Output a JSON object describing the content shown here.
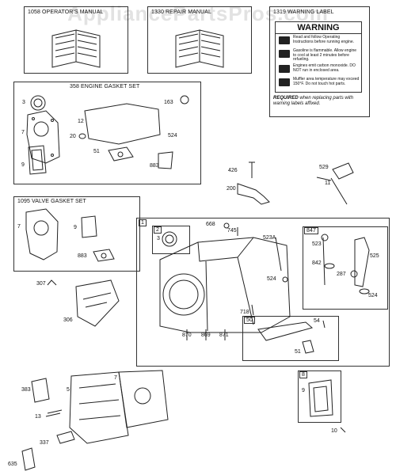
{
  "watermark": "AppliancePartsPros.com",
  "boxes": {
    "operators_manual": {
      "title": "1058 OPERATOR'S MANUAL"
    },
    "repair_manual": {
      "title": "1330 REPAIR MANUAL"
    },
    "warning_label": {
      "title": "1319 WARNING LABEL",
      "heading": "WARNING",
      "lines": [
        "Read and follow Operating Instructions before running engine.",
        "Gasoline is flammable. Allow engine to cool at least 2 minutes before refueling.",
        "Engines emit carbon monoxide. DO NOT run in enclosed area.",
        "Muffler area temperature may exceed 150°F. Do not touch hot parts."
      ],
      "required_bold": "REQUIRED",
      "required_text": " when replacing parts with warning labels affixed."
    },
    "engine_gasket_set": {
      "title": "358 ENGINE GASKET SET"
    },
    "valve_gasket_set": {
      "title": "1095 VALVE GASKET SET"
    },
    "cylinder_group": {
      "title": "1"
    },
    "sub_2": {
      "title": "2"
    },
    "sub_847": {
      "title": "847"
    },
    "sub_50": {
      "title": "50"
    },
    "sub_8": {
      "title": "8"
    }
  },
  "labels": {
    "egs_3": "3",
    "egs_7": "7",
    "egs_9": "9",
    "egs_12": "12",
    "egs_20": "20",
    "egs_51": "51",
    "egs_163": "163",
    "egs_524": "524",
    "egs_883": "883",
    "vgs_7": "7",
    "vgs_9": "9",
    "vgs_883": "883",
    "p_426": "426",
    "p_200": "200",
    "p_529": "529",
    "p_11": "11",
    "p_307": "307",
    "p_306": "306",
    "c_3": "3",
    "c_668": "668",
    "c_745": "745",
    "c_523A": "523A",
    "c_524": "524",
    "c_718": "718",
    "c_870": "870",
    "c_869": "869",
    "c_871": "871",
    "s847_523": "523",
    "s847_842": "842",
    "s847_525": "525",
    "s847_287": "287",
    "s847_524": "524",
    "s50_54": "54",
    "s50_51": "51",
    "s8_9": "9",
    "h_7": "7",
    "h_5": "5",
    "h_383": "383",
    "h_13": "13",
    "h_337": "337",
    "h_635": "635",
    "h_10": "10"
  }
}
